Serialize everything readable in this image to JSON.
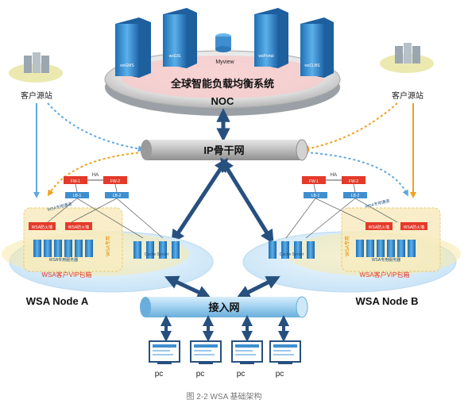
{
  "noc": {
    "servers": [
      "wsGMS",
      "wsGIS",
      "Myview",
      "wsPortal",
      "wsCLBS"
    ],
    "system_label": "全球智能负载均衡系统",
    "label": "NOC"
  },
  "backbone_label": "IP骨干网",
  "access_label": "接入网",
  "customer_site_label": "客户源站",
  "nodes": {
    "a": {
      "title": "WSA Node A",
      "ha": "HA",
      "fw": [
        "FW-1",
        "FW-2"
      ],
      "lb": [
        "LB-1",
        "LB-2"
      ],
      "net_label": "WSA专用通道",
      "wsa_fw": [
        "WSA防火墙",
        "WSA防火墙"
      ],
      "dedicated_server": "WSA专用服务器",
      "cache_server": "Cache Server",
      "vip": "WSA客户VIP包箱",
      "side": "WSA专用"
    },
    "b": {
      "title": "WSA Node B",
      "ha": "HA",
      "fw": [
        "FW-1",
        "FW-2"
      ],
      "lb": [
        "LB-1",
        "LB-2"
      ],
      "net_label": "WSA专用通道",
      "wsa_fw": [
        "WSA防火墙",
        "WSA防火墙"
      ],
      "dedicated_server": "WSA专用服务器",
      "cache_server": "Cache Server",
      "vip": "WSA客户VIP包箱",
      "side": "WSA专用"
    }
  },
  "pcs": [
    "pc",
    "pc",
    "pc",
    "pc"
  ],
  "caption": "图 2-2   WSA 基础架构",
  "colors": {
    "server_blue": "#3f8fd0",
    "pipe_gray": "#bcbcbc",
    "cloud_blue": "#d8ecf8",
    "arrow_blue": "#27507f",
    "dash_blue": "#62a8de",
    "dash_orange": "#f0a020",
    "firewall_red": "#e43a2a"
  }
}
